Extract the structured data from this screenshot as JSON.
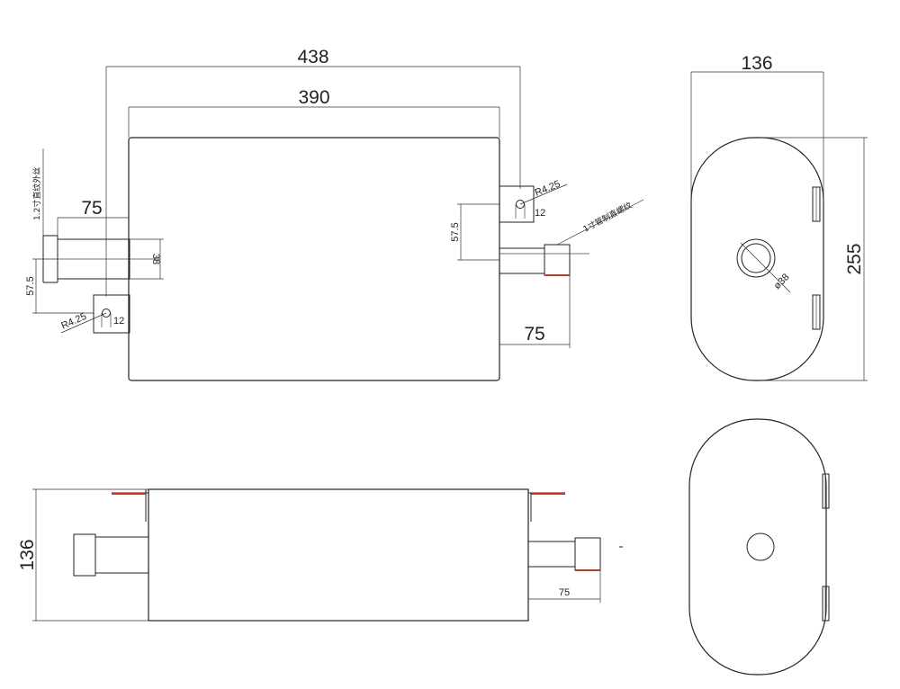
{
  "dimensions": {
    "overall_length": "438",
    "body_length": "390",
    "width_top_view": "136",
    "height_side": "255",
    "width_front_view": "136",
    "inlet_pipe_length": "75",
    "outlet_pipe_length": "75",
    "outlet_pipe_length_front": "75",
    "inlet_pipe_dia": "38",
    "inlet_offset": "57.5",
    "outlet_offset": "57.5",
    "hole_radius_outlet": "R4.25",
    "hole_radius_inlet": "R4.25",
    "bracket_width_outlet": "12",
    "bracket_width_inlet": "12",
    "port_dia": "ø38"
  },
  "notes": {
    "inlet_thread": "1.2寸直纹外丝",
    "outlet_thread": "1寸管制直螺纹"
  }
}
